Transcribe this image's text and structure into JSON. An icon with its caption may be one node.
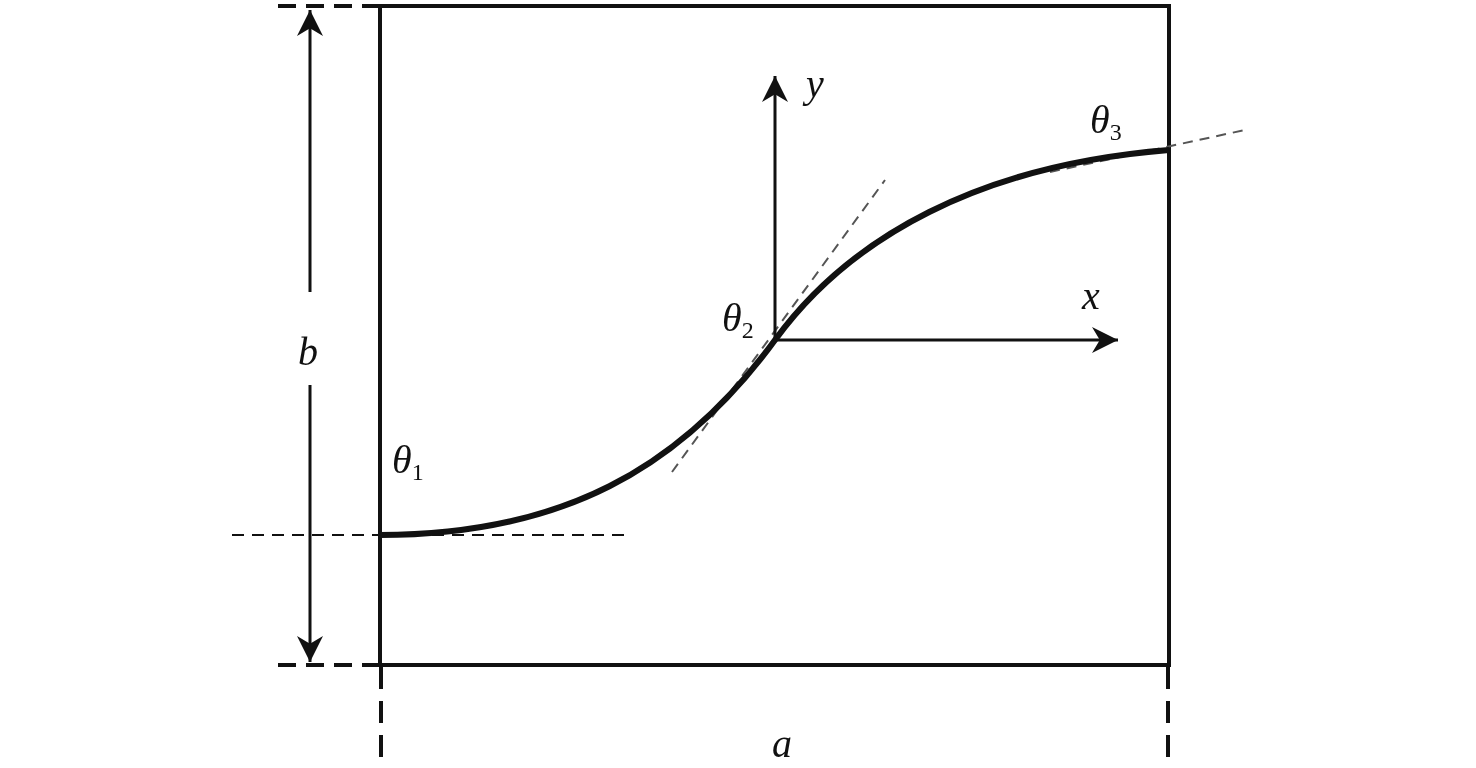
{
  "diagram": {
    "labels": [
      "b",
      "*θ*$_{1}$",
      "*θ*$_{2}$",
      "y",
      "*θ*$_{3}$",
      "x",
      "a"
    ]
  }
}
